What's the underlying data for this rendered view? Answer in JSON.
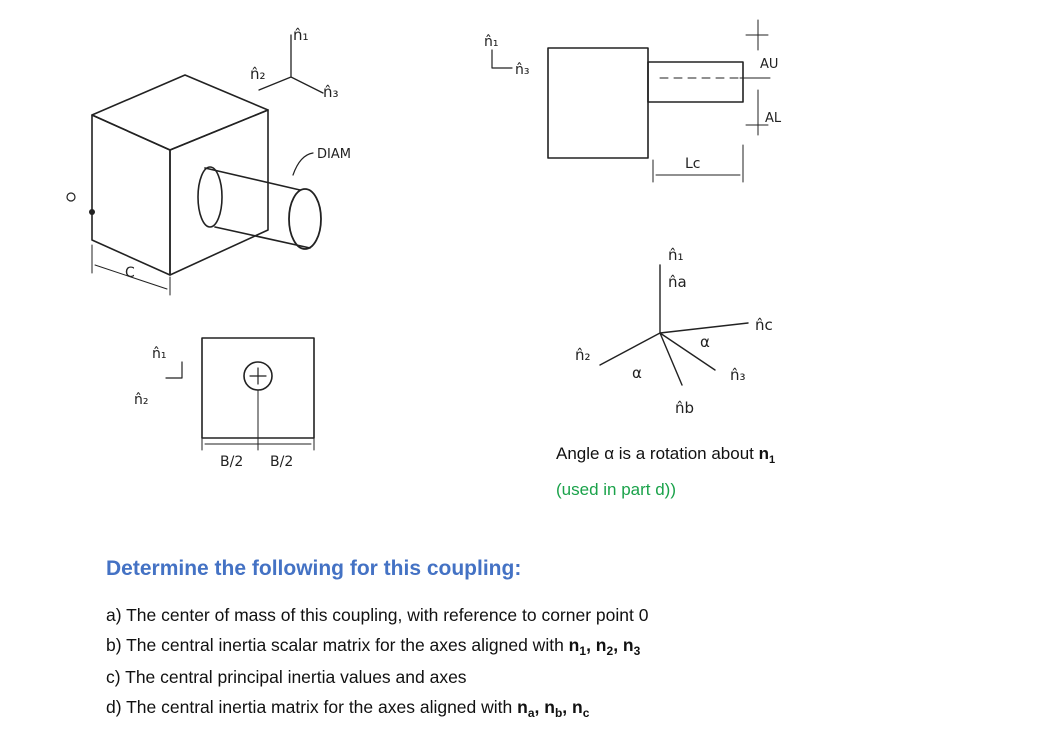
{
  "sketch_labels": {
    "iso_n1": "n̂₁",
    "iso_n2": "n̂₂",
    "iso_n3": "n̂₃",
    "diam": "DIAM",
    "origin": "O",
    "c_dim": "C",
    "side_n1": "n̂₁",
    "side_n3": "n̂₃",
    "au": "AU",
    "al": "AL",
    "lc": "Lc",
    "front_n1": "n̂₁",
    "front_n2": "n̂₂",
    "half_b_left": "B/2",
    "half_b_right": "B/2",
    "rot_n1": "n̂₁",
    "rot_na": "n̂a",
    "rot_nc": "n̂c",
    "rot_n2": "n̂₂",
    "rot_n3": "n̂₃",
    "rot_nb": "n̂b",
    "alpha_1": "α",
    "alpha_2": "α"
  },
  "caption": {
    "text": "Angle α is a rotation about ",
    "bold": "n",
    "sub": "1"
  },
  "note": "(used in part d))",
  "heading": "Determine the following for this coupling:",
  "tasks": {
    "a": {
      "text": "a)  The center of mass of this coupling, with reference to corner point 0"
    },
    "b": {
      "text": "b)  The central inertia scalar matrix for the axes aligned with ",
      "v1": "n",
      "s1": "1",
      "v2": "n",
      "s2": "2",
      "v3": "n",
      "s3": "3"
    },
    "c": {
      "text": "c)  The central principal inertia values and axes"
    },
    "d": {
      "text": "d) The central inertia matrix for the axes aligned with ",
      "v1": "n",
      "s1": "a",
      "v2": "n",
      "s2": "b",
      "v3": "n",
      "s3": "c"
    }
  }
}
